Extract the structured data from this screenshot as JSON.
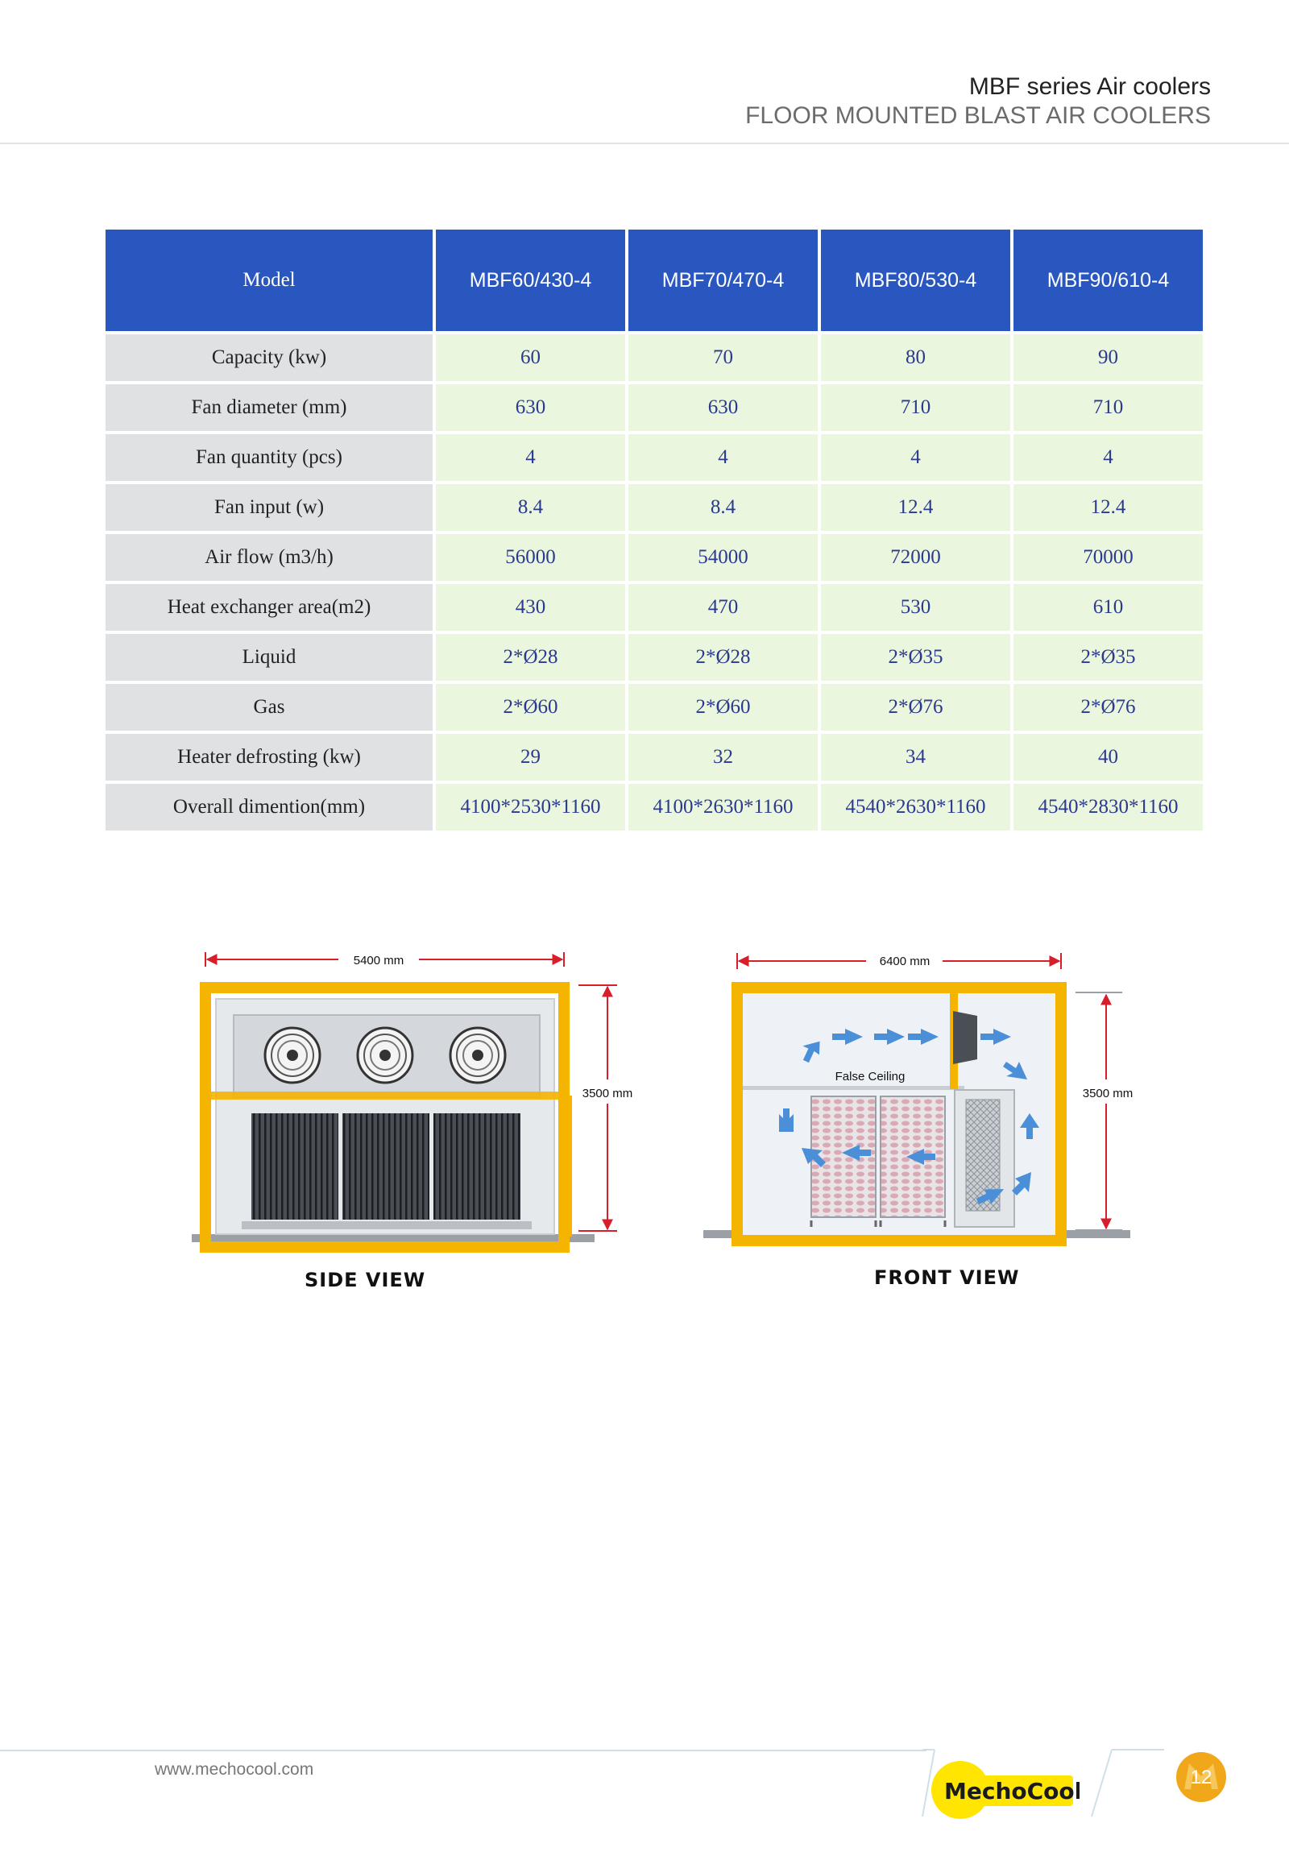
{
  "header": {
    "title": "MBF series Air coolers",
    "subtitle": "FLOOR MOUNTED BLAST AIR COOLERS"
  },
  "spec_table": {
    "header_label": "Model",
    "models": [
      "MBF60/430-4",
      "MBF70/470-4",
      "MBF80/530-4",
      "MBF90/610-4"
    ],
    "rows": [
      {
        "label": "Capacity (kw)",
        "values": [
          "60",
          "70",
          "80",
          "90"
        ]
      },
      {
        "label": "Fan diameter (mm)",
        "values": [
          "630",
          "630",
          "710",
          "710"
        ]
      },
      {
        "label": "Fan quantity (pcs)",
        "values": [
          "4",
          "4",
          "4",
          "4"
        ]
      },
      {
        "label": "Fan input (w)",
        "values": [
          "8.4",
          "8.4",
          "12.4",
          "12.4"
        ]
      },
      {
        "label": "Air flow (m3/h)",
        "values": [
          "56000",
          "54000",
          "72000",
          "70000"
        ]
      },
      {
        "label": "Heat exchanger area(m2)",
        "values": [
          "430",
          "470",
          "530",
          "610"
        ]
      },
      {
        "label": "Liquid",
        "values": [
          "2*Ø28",
          "2*Ø28",
          "2*Ø35",
          "2*Ø35"
        ]
      },
      {
        "label": "Gas",
        "values": [
          "2*Ø60",
          "2*Ø60",
          "2*Ø76",
          "2*Ø76"
        ]
      },
      {
        "label": "Heater defrosting (kw)",
        "values": [
          "29",
          "32",
          "34",
          "40"
        ]
      },
      {
        "label": "Overall dimention(mm)",
        "values": [
          "4100*2530*1160",
          "4100*2630*1160",
          "4540*2630*1160",
          "4540*2830*1160"
        ]
      }
    ],
    "colors": {
      "header_bg": "#2a57bf",
      "label_bg": "#dfe1e3",
      "value_bg": "#eaf6dd",
      "value_text": "#2b3a8e"
    }
  },
  "side_view": {
    "width_label": "5400 mm",
    "height_label": "3500 mm",
    "caption": "SIDE VIEW"
  },
  "front_view": {
    "width_label": "6400 mm",
    "height_label": "3500 mm",
    "ceiling_label": "False Ceiling",
    "caption": "FRONT VIEW"
  },
  "footer": {
    "url": "www.mechocool.com",
    "logo_text": "MechoCool",
    "page_number": "12"
  },
  "colors": {
    "frame": "#f5b400",
    "dimension": "#d81e2a",
    "arrow": "#4a8fd8"
  }
}
